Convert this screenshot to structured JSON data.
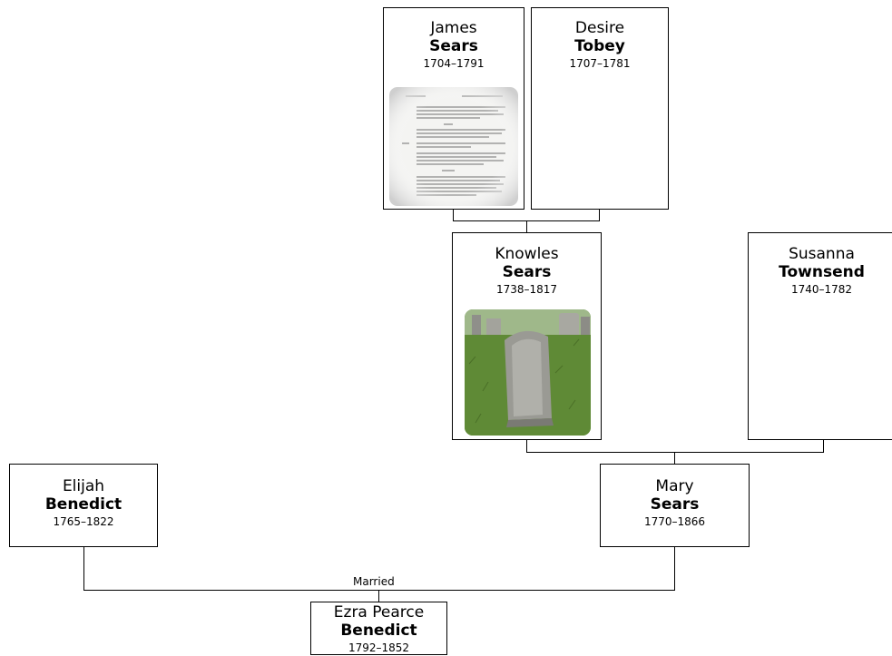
{
  "persons": {
    "james": {
      "given": "James",
      "surname": "Sears",
      "dates": "1704–1791",
      "photo": "document-scan"
    },
    "desire": {
      "given": "Desire",
      "surname": "Tobey",
      "dates": "1707–1781"
    },
    "knowles": {
      "given": "Knowles",
      "surname": "Sears",
      "dates": "1738–1817",
      "photo": "gravestone"
    },
    "susanna": {
      "given": "Susanna",
      "surname": "Townsend",
      "dates": "1740–1782"
    },
    "elijah": {
      "given": "Elijah",
      "surname": "Benedict",
      "dates": "1765–1822"
    },
    "mary": {
      "given": "Mary",
      "surname": "Sears",
      "dates": "1770–1866"
    },
    "ezra": {
      "given": "Ezra Pearce",
      "surname": "Benedict",
      "dates": "1792–1852"
    }
  },
  "relations": {
    "married_label": "Married"
  },
  "colors": {
    "line": "#000000",
    "card_border": "#000000",
    "grass": "#5f8a36",
    "stone": "#9a9a94"
  }
}
